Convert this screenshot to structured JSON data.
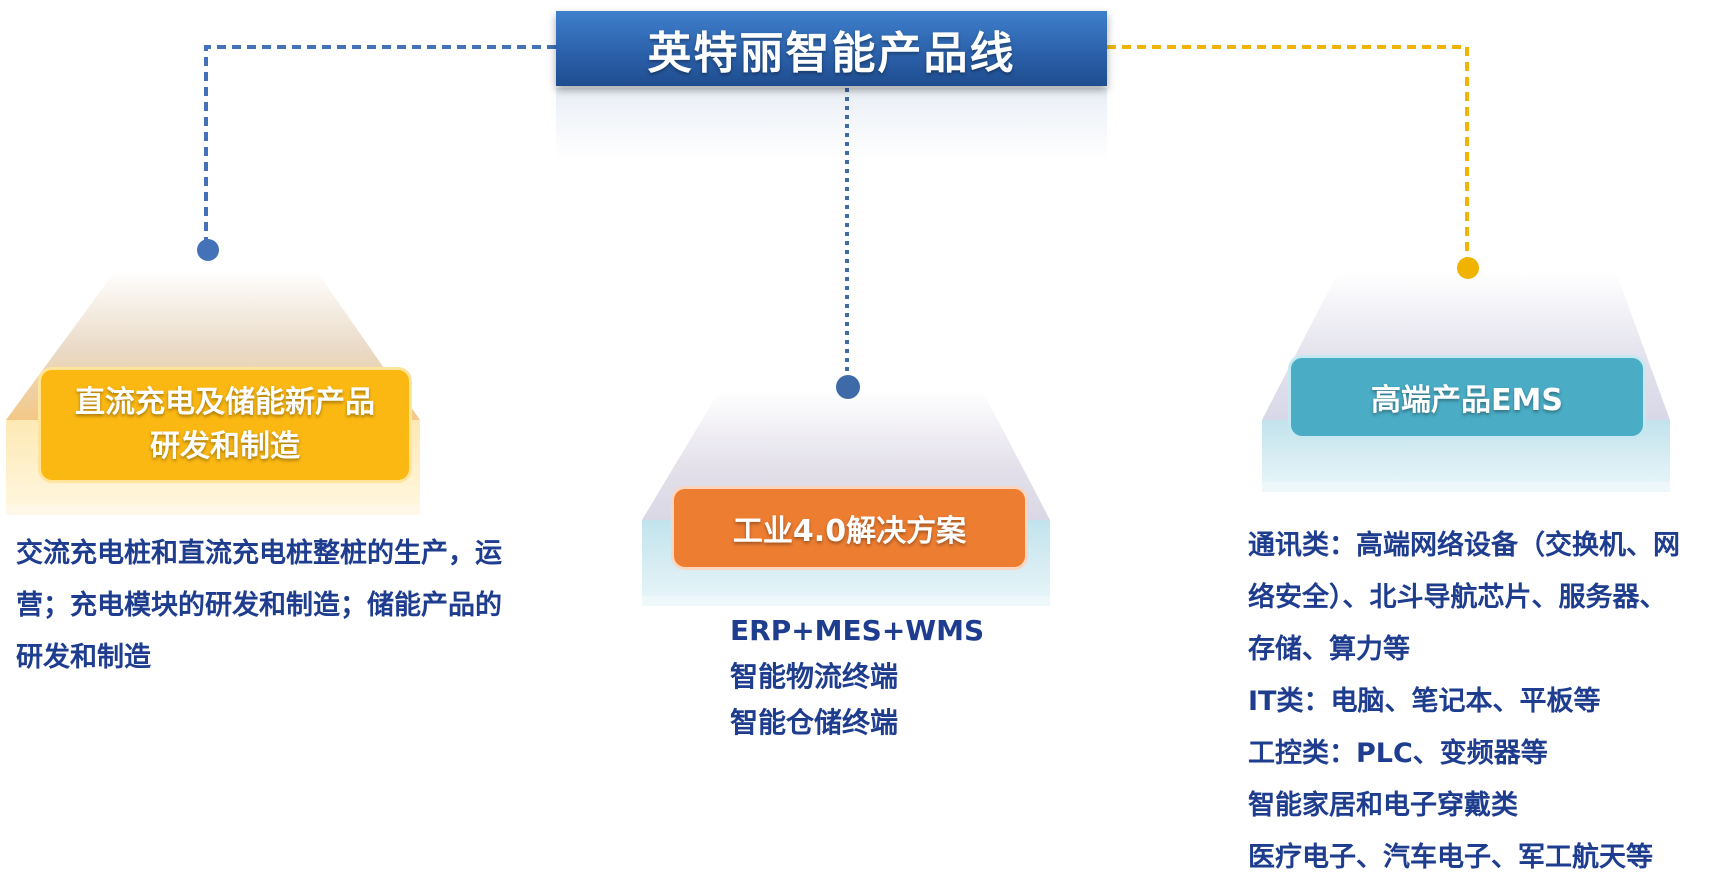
{
  "title": "英特丽智能产品线",
  "colors": {
    "title_blue": "#2a5fa8",
    "left_yellow": "#fbb813",
    "mid_orange": "#ed7d31",
    "right_teal": "#4aacc5",
    "connector_blue": "#4472b8",
    "connector_yellow": "#f0b400",
    "text_navy": "#1f3d8f"
  },
  "branches": {
    "left": {
      "label_line1": "直流充电及储能新产品",
      "label_line2": "研发和制造",
      "description": "交流充电桩和直流充电桩整桩的生产，运营；充电模块的研发和制造；储能产品的研发和制造"
    },
    "middle": {
      "label": "工业4.0解决方案",
      "items": [
        "ERP+MES+WMS",
        "智能物流终端",
        "智能仓储终端"
      ]
    },
    "right": {
      "label": "高端产品EMS",
      "items": [
        "通讯类：高端网络设备（交换机、网",
        "络安全）、北斗导航芯片、服务器、",
        "存储、算力等",
        "IT类：电脑、笔记本、平板等",
        "工控类：PLC、变频器等",
        "智能家居和电子穿戴类",
        "医疗电子、汽车电子、军工航天等"
      ]
    }
  }
}
